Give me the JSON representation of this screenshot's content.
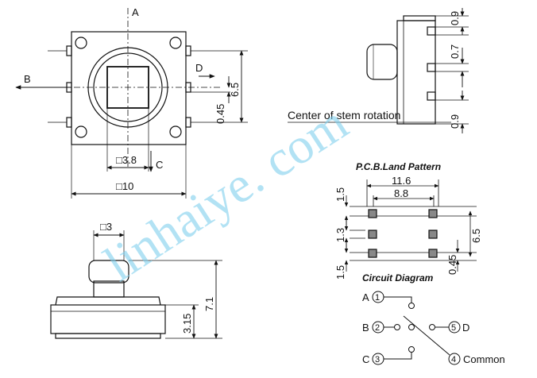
{
  "top_view": {
    "label_a": "A",
    "label_b": "B",
    "label_c": "C",
    "label_d": "D",
    "dim_stem": "□3.8",
    "dim_body": "□10",
    "dim_height": "6.5",
    "dim_pin": "0.45"
  },
  "side_view": {
    "dim_top_09": "0.9",
    "dim_07": "0.7",
    "dim_bottom_09": "0.9",
    "center_label": "Center of stem rotation"
  },
  "front_view": {
    "dim_stem": "□3",
    "dim_total": "7.1",
    "dim_base": "3.15"
  },
  "pcb": {
    "title": "P.C.B.Land Pattern",
    "dim_outer": "11.6",
    "dim_inner": "8.8",
    "dim_15_top": "1.5",
    "dim_13": "1.3",
    "dim_15_bottom": "1.5",
    "dim_65": "6.5",
    "dim_045": "0.45"
  },
  "circuit": {
    "title": "Circuit Diagram",
    "a": "A",
    "b": "B",
    "c": "C",
    "d": "D",
    "n1": "1",
    "n2": "2",
    "n3": "3",
    "n4": "4",
    "n5": "5",
    "common": "Common"
  },
  "watermark": "linhaiye. com"
}
